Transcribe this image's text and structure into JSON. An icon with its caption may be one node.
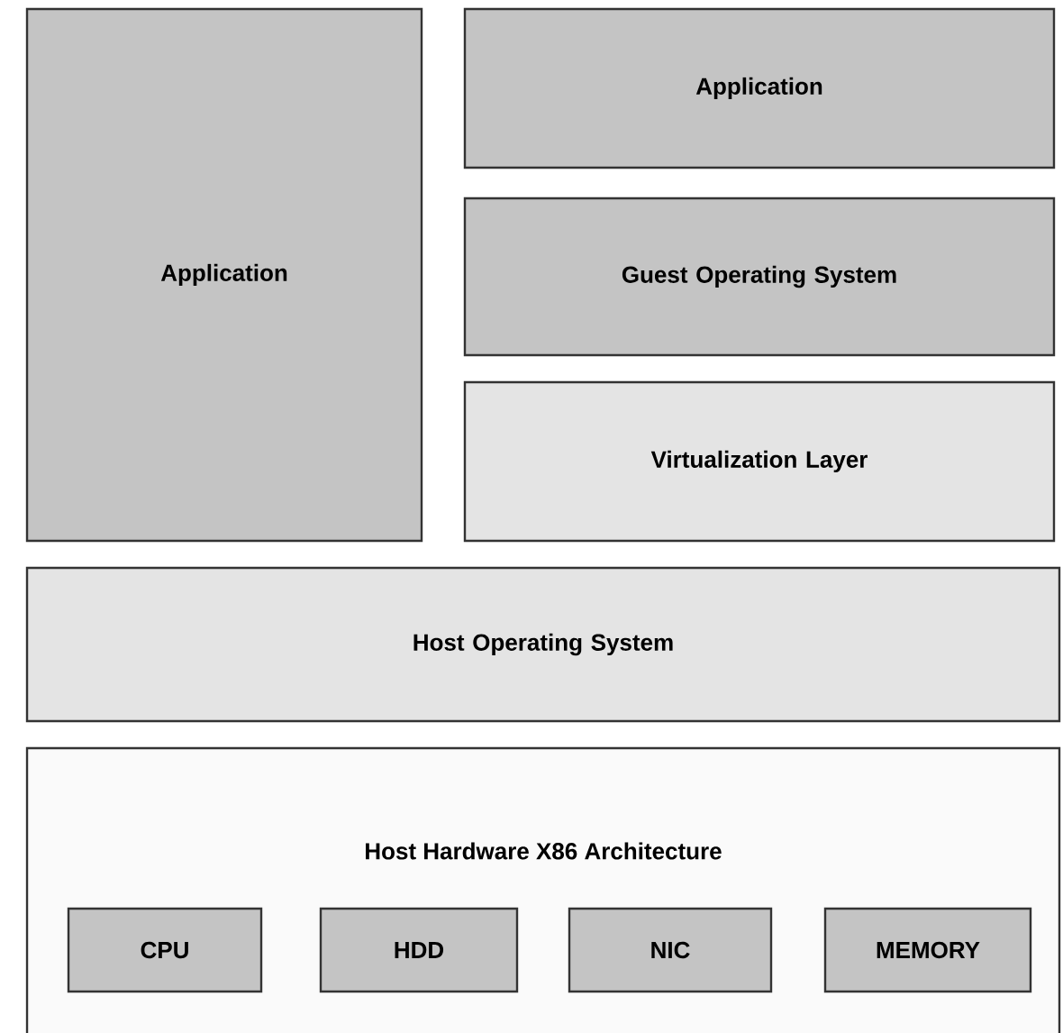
{
  "diagram": {
    "nodes": [
      {
        "text": [
          "Application"
        ]
      },
      {
        "text": [
          "Application"
        ]
      },
      {
        "text": [
          "Guest Operating System"
        ]
      },
      {
        "text": [
          "Virtualization Layer"
        ]
      },
      {
        "text": [
          "Host Operating System"
        ]
      },
      {
        "text": [
          "Host Hardware X86 Architecture"
        ]
      },
      {
        "text": [
          "CPU"
        ],
        "in": 5
      },
      {
        "text": [
          "HDD"
        ],
        "in": 5
      },
      {
        "text": [
          "NIC"
        ],
        "in": 5
      },
      {
        "text": [
          "MEMORY"
        ],
        "in": 5
      }
    ]
  }
}
